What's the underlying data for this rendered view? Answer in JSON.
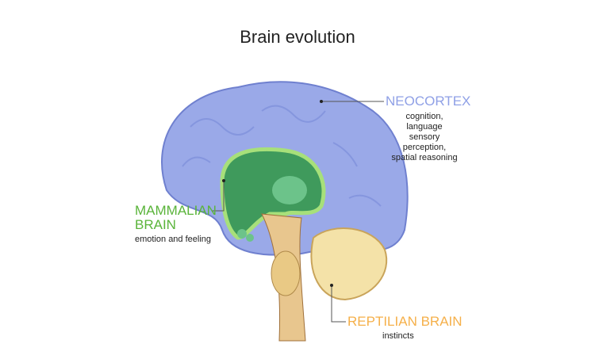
{
  "title": "Brain evolution",
  "labels": {
    "neocortex": {
      "name": "NEOCORTEX",
      "desc": [
        "cognition, language",
        "sensory perception,",
        "spatial reasoning"
      ]
    },
    "mammalian": {
      "name1": "MAMMALIAN",
      "name2": "BRAIN",
      "desc": "emotion and feeling"
    },
    "reptilian": {
      "name": "REPTILIAN BRAIN",
      "desc": "instincts"
    }
  },
  "colors": {
    "neocortex": "#8fa0e6",
    "mammalian": "#5ab43a",
    "reptilian": "#f5b04a"
  }
}
